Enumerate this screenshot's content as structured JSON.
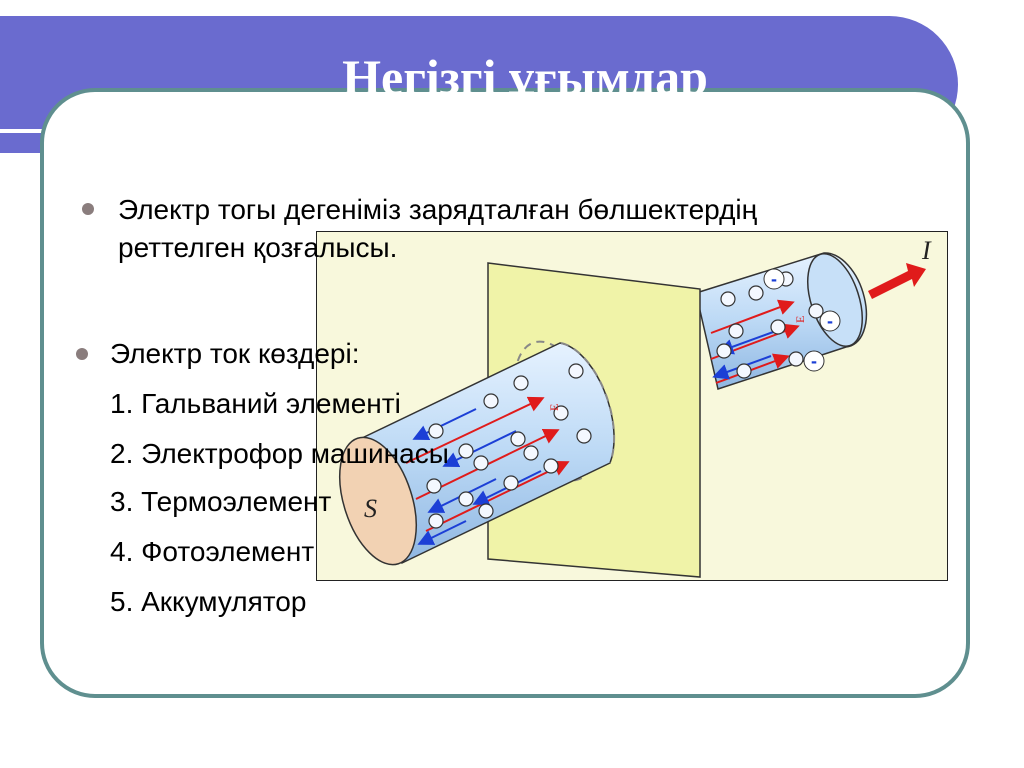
{
  "slide": {
    "title": "Негізгі ұғымдар",
    "paragraph1": {
      "lines": [
        "Электр тогы дегеніміз зарядталған бөлшектердің",
        "реттелген қозғалысы."
      ]
    },
    "paragraph2": {
      "heading": "Электр ток көздері:",
      "items": [
        "1. Гальваний элементі",
        "2. Электрофор  машинасы",
        "3. Термоэлемент",
        "4. Фотоэлемент",
        "5. Аккумулятор"
      ]
    }
  },
  "figure": {
    "label_current": "I",
    "label_area": "S",
    "label_field": "E",
    "charge_symbol": "-"
  },
  "colors": {
    "title_bar": "#6a6bcf",
    "frame_border": "#5f8f8f",
    "cylinder": "#bcd9f5",
    "plane": "#f0f3a8",
    "field_arrow": "#e01b1b",
    "electron_arrow": "#1c3fd6"
  }
}
